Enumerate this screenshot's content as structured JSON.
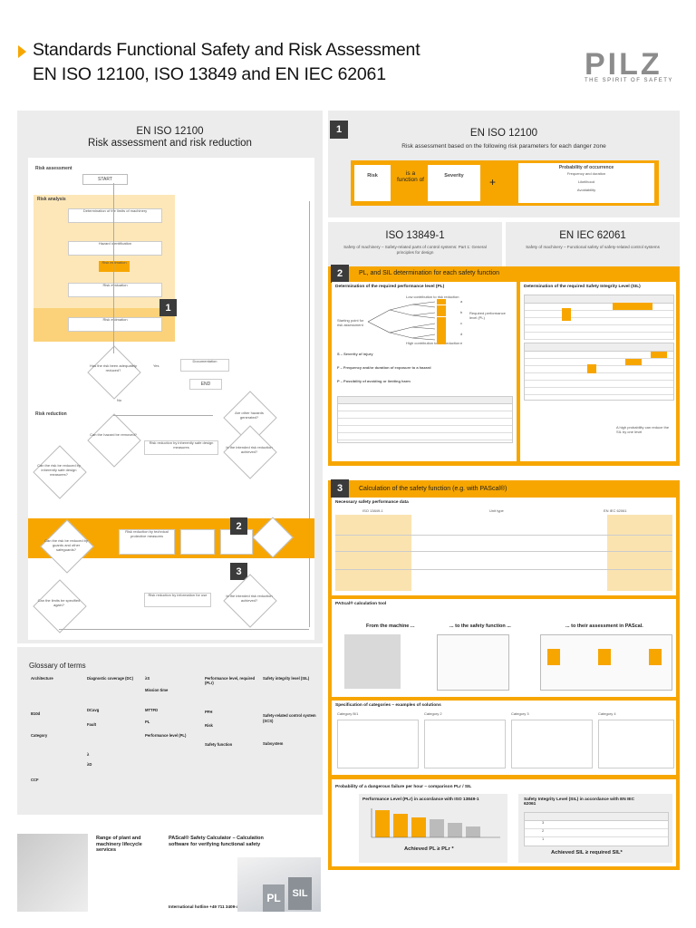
{
  "header": {
    "title_line1": "Standards Functional Safety and Risk Assessment",
    "title_line2": "EN ISO 12100, ISO 13849 and EN  IEC 62061",
    "logo": "PILZ",
    "slogan": "THE SPIRIT OF SAFETY"
  },
  "left_panel": {
    "title1": "EN ISO 12100",
    "title2": "Risk assessment and risk reduction",
    "risk_assessment": "Risk assessment",
    "risk_analysis": "Risk analysis",
    "risk_reduction": "Risk reduction",
    "start": "START",
    "end": "END",
    "yes": "Yes",
    "no": "No",
    "steps": {
      "limits": "Determination of the limits of machinery",
      "hazard": "Hazard identification",
      "estimation": "Risk estimation",
      "evaluation": "Risk evaluation",
      "documentation": "Documentation",
      "adequately_reduced": "Has the risk been adequately reduced?",
      "inherent": "Risk reduction by inherently safe design measures",
      "technical": "Risk reduction by technical protective measures",
      "information": "Risk reduction by information for use",
      "other_hazards": "Are other hazards generated?",
      "intended": "Is the intended risk reduction achieved?",
      "hazard_removed": "Can the hazard be removed?",
      "reduce_inherent": "Can the risk be reduced by inherently safe design measures?",
      "reduce_guards": "Can the risk be reduced by guards and other safeguards?",
      "specified": "Can the limits be specified again?"
    },
    "badges": [
      "1",
      "2",
      "3"
    ]
  },
  "section1": {
    "badge": "1",
    "title": "EN ISO 12100",
    "subtitle": "Risk assessment based on the following risk parameters for each danger zone",
    "risk": "Risk",
    "is_a_function_of": "is a function of",
    "severity": "Severity",
    "probability": "Probability of occurrence",
    "frequency": "Frequency and duration",
    "likelihood": "Likelihood",
    "avoidability": "Avoidability",
    "plus": "+"
  },
  "iso13849": {
    "title": "ISO 13849-1",
    "subtitle": "Safety of machinery – Safety-related parts of control systems: Part 1: General principles for design"
  },
  "iec62061": {
    "title": "EN IEC 62061",
    "subtitle": "Safety of machinery – Functional safety of safety-related control systems"
  },
  "section2": {
    "badge": "2",
    "title": "PL, and SIL determination for each safety function",
    "pl_head": "Determination of the required performance level (PL)",
    "sil_head": "Determination of the required Safety Integrity Level (SIL)",
    "low": "Low contribution to risk reduction",
    "high": "High contribution to risk reduction",
    "start_point": "Starting point for risk assessment",
    "required_pl": "Required performance level (PL)",
    "pl_levels": [
      "a",
      "b",
      "c",
      "d",
      "e"
    ],
    "s_head": "S – Severity of injury",
    "f_head": "F – Frequency and/or duration of exposure to a hazard",
    "p_head": "P – Possibility of avoiding or limiting harm",
    "note": "A high probability can reduce the SIL by one level"
  },
  "section3": {
    "badge": "3",
    "title": "Calculation of the safety function (e.g. with PAScal®)",
    "necessary": "Necessary safety performance data",
    "iso_col": "ISO 13849-1",
    "unit_type": "Unit type",
    "iec_col": "EN IEC 62061",
    "pascal_tool": "PAScal® calculation tool",
    "from_machine": "From the machine ...",
    "to_function": "... to the safety function ...",
    "to_assessment": "... to their assessment in PAScal.",
    "spec": "Specification of categories – examples of solutions",
    "categories": [
      "Category B/1",
      "Category 2",
      "Category 3",
      "Category 4"
    ],
    "prob_title": "Probability of a dangerous failure per hour – comparison PLr / SIL",
    "pl_box": "Performance Level (PLr) in accordance with ISO 13849-1",
    "sil_box": "Safety Integrity Level (SIL) in accordance with EN IEC 62061",
    "achieved_pl": "Achieved PL ≥ PLr *",
    "achieved_sil": "Achieved SIL ≥ required SIL*",
    "sil_rows": [
      "3",
      "2",
      "1"
    ]
  },
  "glossary": {
    "title": "Glossary of terms",
    "col1": [
      "Architecture",
      "B10d",
      "Category",
      "CCF"
    ],
    "col2": [
      "Diagnostic coverage (DC)",
      "DCavg",
      "Fault",
      "λ",
      "λD"
    ],
    "col3": [
      "λS",
      "Mission time",
      "MTTFD",
      "PL",
      "Performance level (PL)"
    ],
    "col4": [
      "Performance level, required (PLr)",
      "PFH",
      "Risk",
      "Safety function"
    ],
    "col5": [
      "Safety integrity level (SIL)",
      "Safety-related control system (SCS)",
      "Subsystem"
    ]
  },
  "footer": {
    "range_title": "Range of plant and machinery lifecycle services",
    "pascal_title": "PAScal® Safety Calculator – Calculation software for verifying functional safety",
    "phone": "International hotline +49 711 3409-444",
    "pl_word": "PL",
    "sil_word": "SIL"
  },
  "colors": {
    "accent": "#f7a600",
    "panel": "#ececec",
    "badge": "#3b3b3b"
  }
}
